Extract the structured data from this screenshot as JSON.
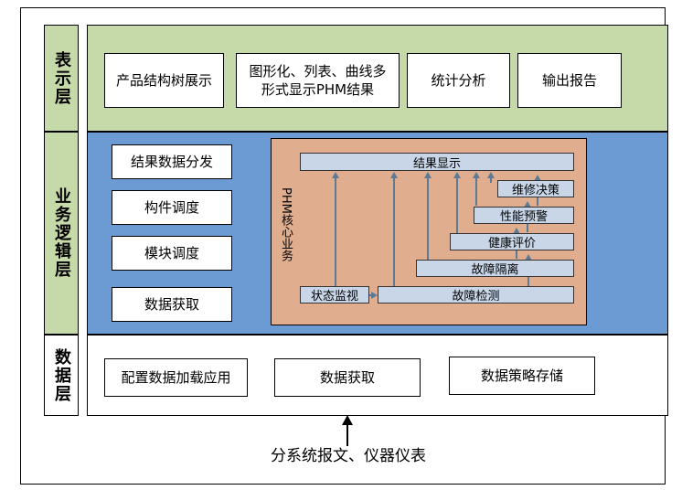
{
  "layers": {
    "presentation": "表示层",
    "business": "业务逻辑层",
    "data": "数据层"
  },
  "presentation_boxes": [
    "产品结构树展示",
    "图形化、列表、曲线多形式显示PHM结果",
    "统计分析",
    "输出报告"
  ],
  "business_boxes": [
    "结果数据分发",
    "构件调度",
    "模块调度",
    "数据获取"
  ],
  "phm": {
    "title": "PHM核心业务",
    "result_display": "结果显示",
    "maintenance": "维修决策",
    "performance": "性能预警",
    "health": "健康评价",
    "isolation": "故障隔离",
    "monitoring": "状态监视",
    "detection": "故障检测"
  },
  "data_boxes": [
    "配置数据加载应用",
    "数据获取",
    "数据策略存储"
  ],
  "source": "分系统报文、仪器仪表",
  "colors": {
    "presentation_bg": "#c6d9a8",
    "business_bg": "#6b9bd2",
    "phm_bg": "#e0ad8e",
    "bar_bg": "#c8d6e8"
  }
}
